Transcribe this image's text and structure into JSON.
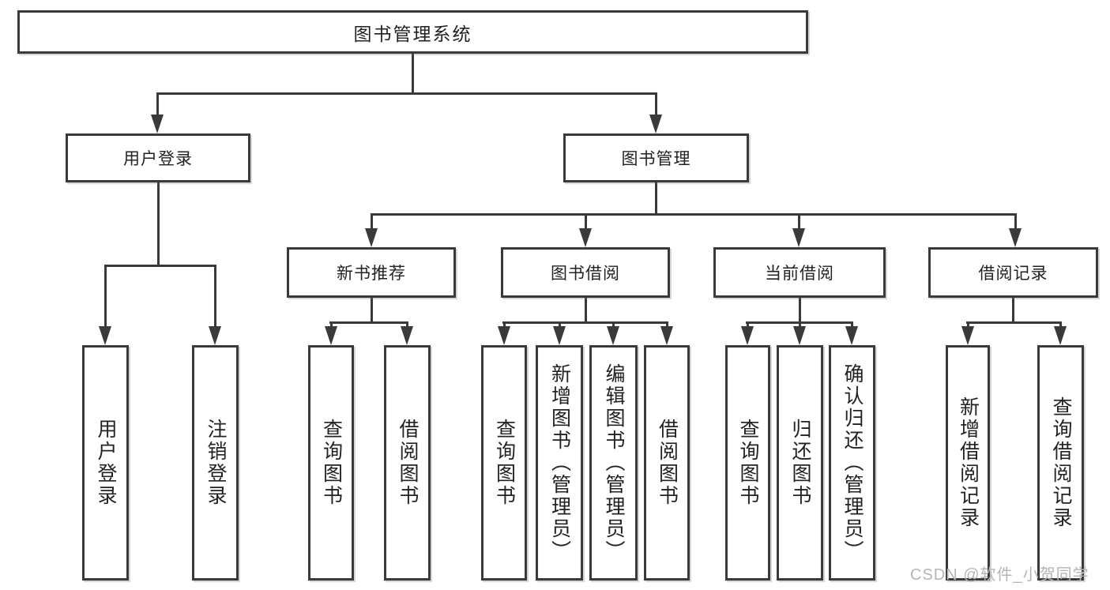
{
  "colors": {
    "line": "#3a3a3c",
    "text": "#222222",
    "background": "#ffffff",
    "watermark": "#b5b5b8"
  },
  "tree": {
    "root": {
      "label": "图书管理系统",
      "children": [
        {
          "label": "用户登录",
          "children": [
            {
              "label": "用户登录"
            },
            {
              "label": "注销登录"
            }
          ]
        },
        {
          "label": "图书管理",
          "children": [
            {
              "label": "新书推荐",
              "children": [
                {
                  "label": "查询图书"
                },
                {
                  "label": "借阅图书"
                }
              ]
            },
            {
              "label": "图书借阅",
              "children": [
                {
                  "label": "查询图书"
                },
                {
                  "label": "新增图书（管理员）"
                },
                {
                  "label": "编辑图书（管理员）"
                },
                {
                  "label": "借阅图书"
                }
              ]
            },
            {
              "label": "当前借阅",
              "children": [
                {
                  "label": "查询图书"
                },
                {
                  "label": "归还图书"
                },
                {
                  "label": "确认归还（管理员）"
                }
              ]
            },
            {
              "label": "借阅记录",
              "children": [
                {
                  "label": "新增借阅记录"
                },
                {
                  "label": "查询借阅记录"
                }
              ]
            }
          ]
        }
      ]
    }
  },
  "watermark": {
    "text": "CSDN @软件_小贺同学"
  }
}
